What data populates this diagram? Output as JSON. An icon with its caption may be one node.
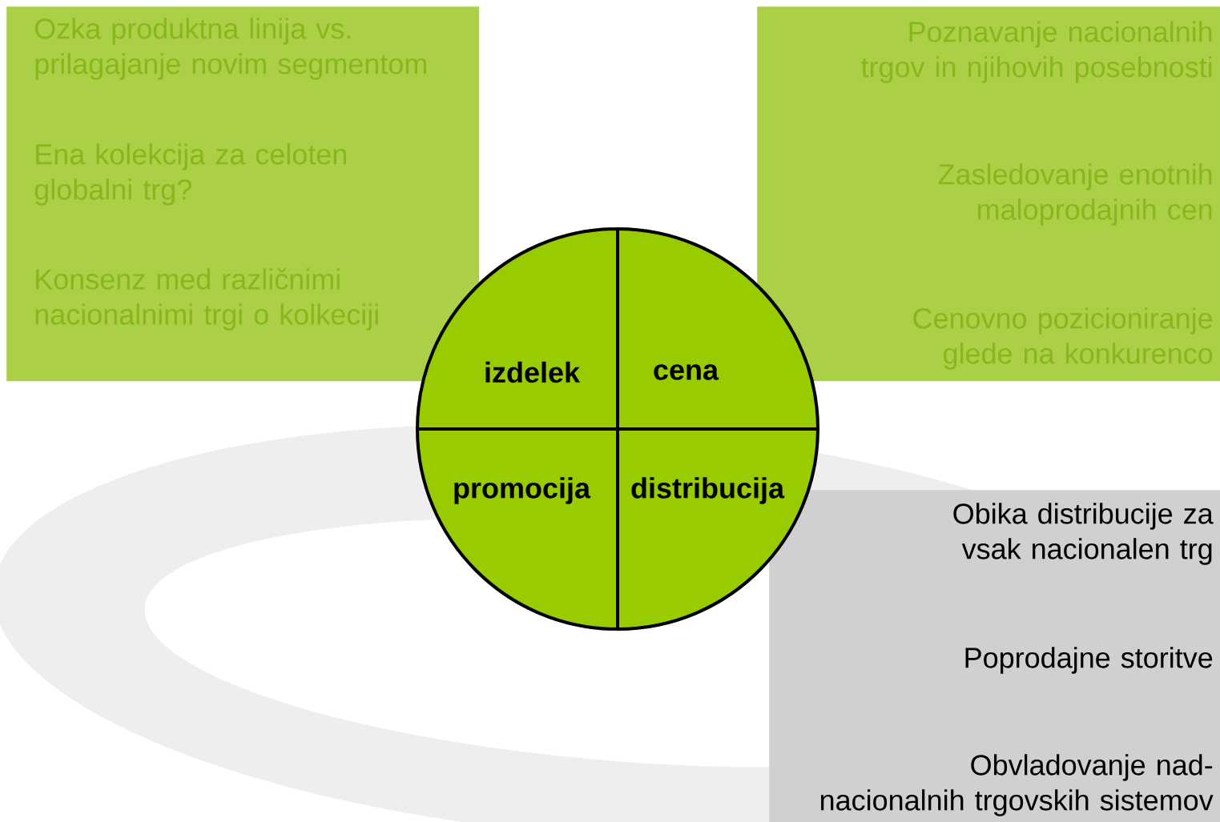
{
  "diagram": {
    "nodes": [
      {
        "text": [
          "Ozka produktna linija vs. prilagajanje novim segmentom",
          "Ena kolekcija za celoten globalni trg?",
          "Konsenz med različnimi nacionalnimi trgi o kolkeciji"
        ]
      },
      {
        "text": [
          "Poznavanje nacionalnih trgov in njihovih posebnosti",
          "Zasledovanje enotnih maloprodajnih cen",
          "Cenovno pozicioniranje glede na konkurenco"
        ]
      },
      {
        "text": [
          "Obika distribucije za vsak nacionalen trg",
          "Poprodajne storitve",
          "Obvladovanje nad-nacionalnih trgovskih sistemov"
        ]
      },
      {
        "text": [],
        "shape": "circle"
      },
      {
        "text": [
          "izdelek"
        ],
        "in": 3
      },
      {
        "text": [
          "cena"
        ],
        "in": 3
      },
      {
        "text": [
          "promocija"
        ],
        "in": 3
      },
      {
        "text": [
          "distribucija"
        ],
        "in": 3
      }
    ]
  }
}
